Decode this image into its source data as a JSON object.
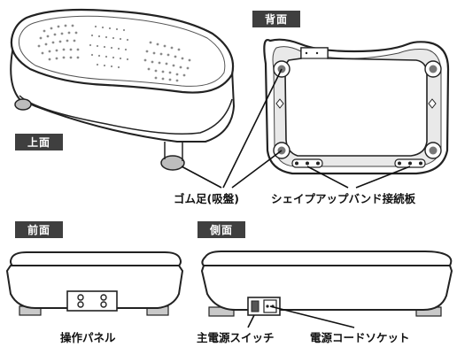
{
  "views": {
    "top": "上面",
    "back": "背面",
    "front": "前面",
    "side": "側面"
  },
  "callouts": {
    "rubber_feet": "ゴム足(吸盤)",
    "shapeup_band_plate": "シェイプアップバンド接続板",
    "control_panel": "操作パネル",
    "main_power_switch": "主電源スイッチ",
    "power_cord_socket": "電源コードソケット"
  },
  "colors": {
    "tag_background": "#3f3f3f",
    "outline": "#222222",
    "platform_fill": "#ffffff",
    "pattern": "#8a8a8a",
    "base_shadow": "#e5e5e5"
  }
}
